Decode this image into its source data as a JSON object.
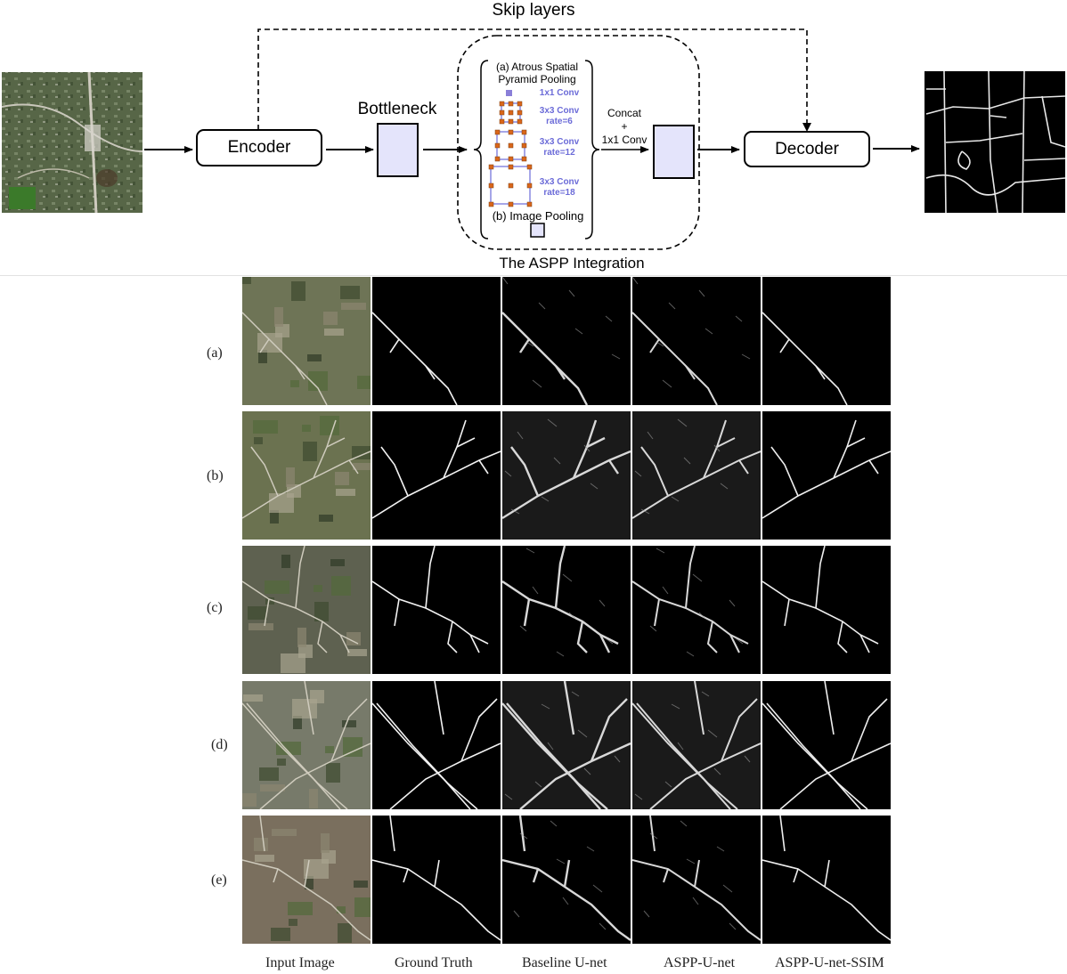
{
  "diagram": {
    "skip_label": "Skip layers",
    "encoder_label": "Encoder",
    "bottleneck_label": "Bottleneck",
    "decoder_label": "Decoder",
    "aspp_title": "The ASPP Integration",
    "aspp_a_line1": "(a) Atrous Spatial",
    "aspp_a_line2": "Pyramid Pooling",
    "conv1": "1x1 Conv",
    "conv2_line1": "3x3 Conv",
    "conv2_line2": "rate=6",
    "conv3_line1": "3x3 Conv",
    "conv3_line2": "rate=12",
    "conv4_line1": "3x3 Conv",
    "conv4_line2": "rate=18",
    "aspp_b": "(b) Image Pooling",
    "concat_line1": "Concat",
    "concat_line2": "+",
    "concat_line3": "1x1 Conv",
    "colors": {
      "feature_box": "#e4e4fb",
      "conv_text": "#6b6bd8",
      "dot": "#d9661a"
    }
  },
  "results": {
    "rows": [
      "(a)",
      "(b)",
      "(c)",
      "(d)",
      "(e)"
    ],
    "columns": [
      "Input Image",
      "Ground Truth",
      "Baseline U-net",
      "ASPP-U-net",
      "ASPP-U-net-SSIM"
    ]
  }
}
